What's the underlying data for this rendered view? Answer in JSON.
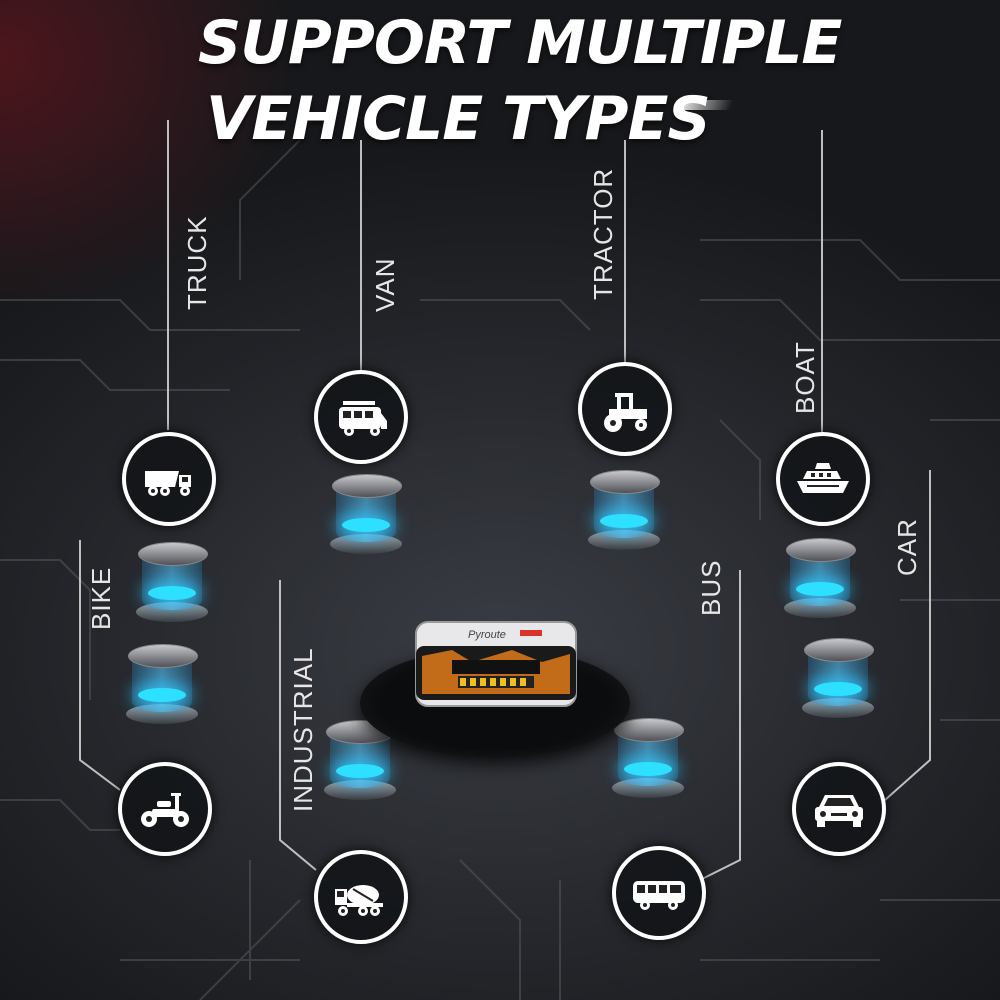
{
  "title": {
    "line1": "SUPPORT MULTIPLE",
    "line2": "VEHICLE TYPES"
  },
  "vehicles": [
    {
      "id": "truck",
      "label": "TRUCK",
      "icon": "dump-truck-icon"
    },
    {
      "id": "van",
      "label": "VAN",
      "icon": "van-icon"
    },
    {
      "id": "tractor",
      "label": "TRACTOR",
      "icon": "tractor-icon"
    },
    {
      "id": "boat",
      "label": "BOAT",
      "icon": "yacht-icon"
    },
    {
      "id": "car",
      "label": "CAR",
      "icon": "car-icon"
    },
    {
      "id": "bus",
      "label": "BUS",
      "icon": "bus-icon"
    },
    {
      "id": "industrial",
      "label": "INDUSTRIAL",
      "icon": "cement-mixer-icon"
    },
    {
      "id": "bike",
      "label": "BIKE",
      "icon": "scooter-icon"
    }
  ],
  "device": {
    "brand_text": "Pyroute"
  },
  "colors": {
    "accent_glow": "#2ee0ff",
    "title": "#ffffff",
    "background": "#1a1c20"
  }
}
